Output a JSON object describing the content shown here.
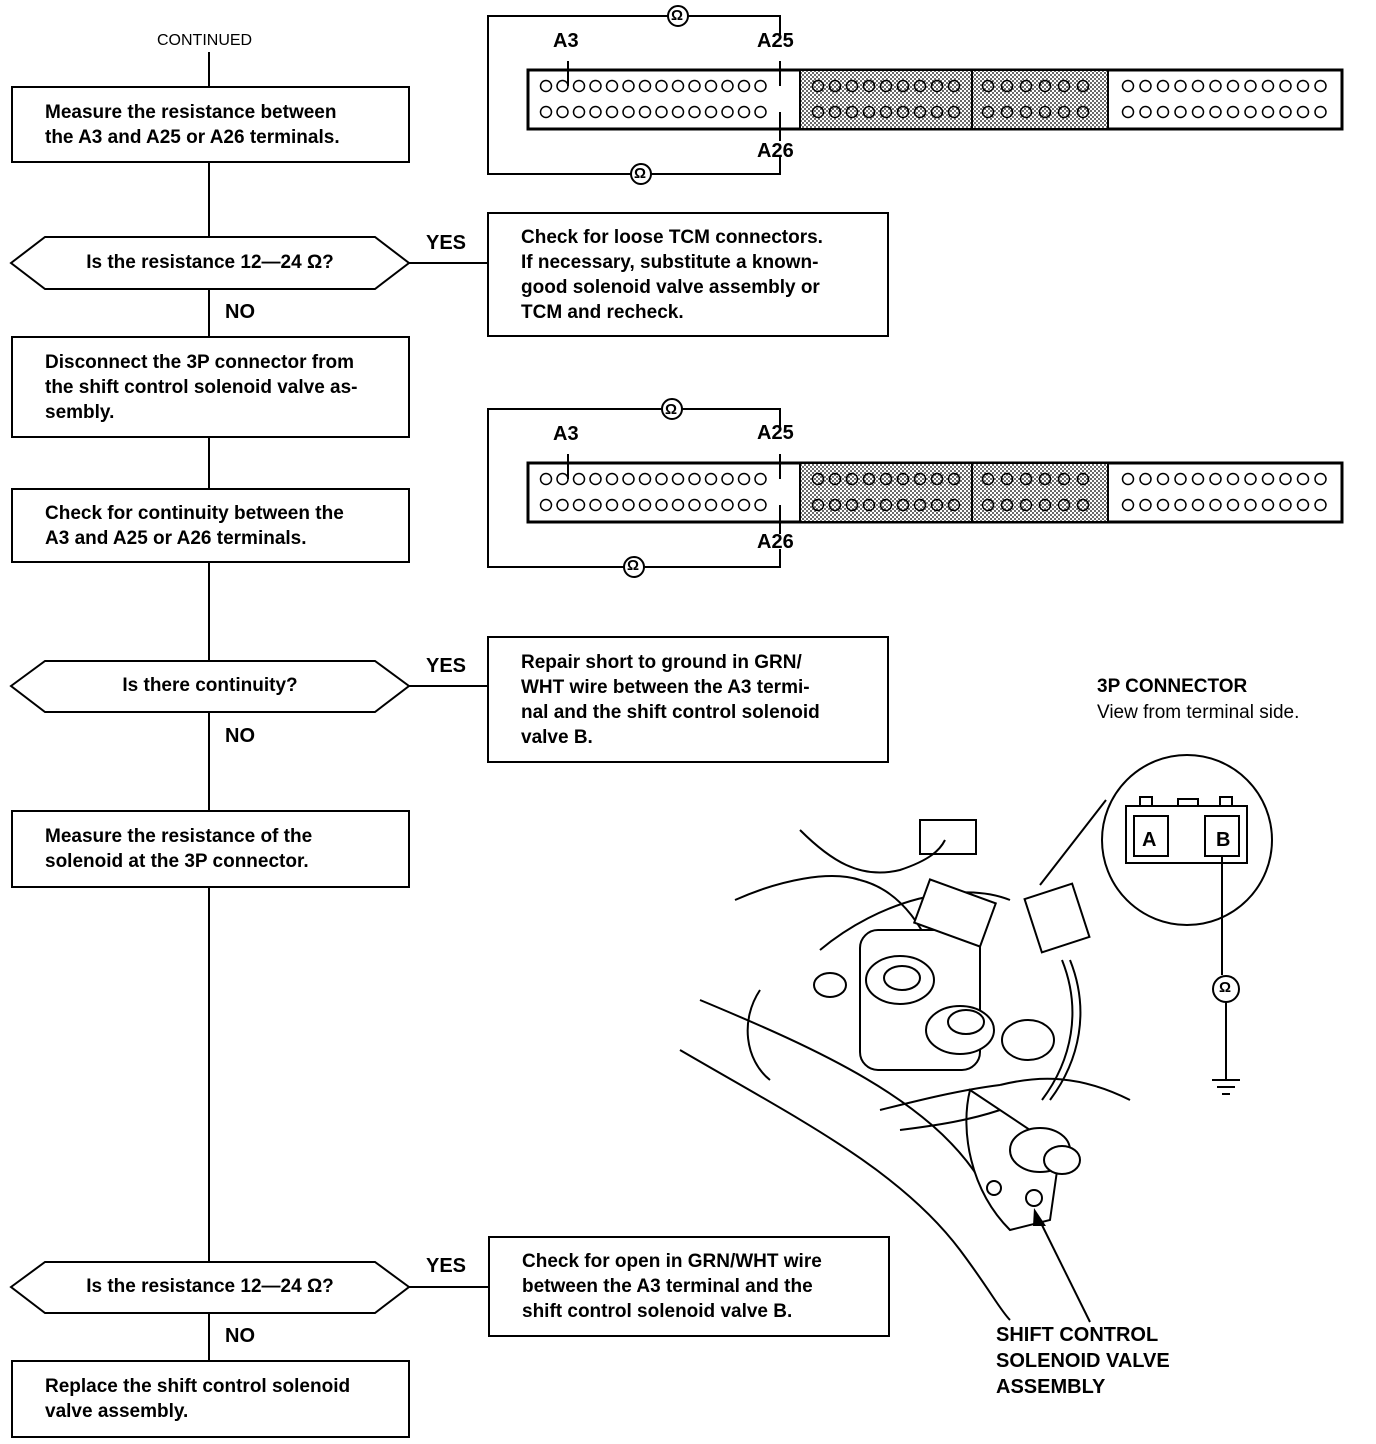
{
  "flow": {
    "continued": "CONTINUED",
    "step1": "Measure the resistance between\nthe A3 and A25 or A26 terminals.",
    "q1": "Is the resistance 12—24 Ω?",
    "yes1_label": "YES",
    "no1_label": "NO",
    "yes1_text": "Check for loose TCM connectors.\nIf necessary, substitute a known-\ngood solenoid valve assembly or\nTCM and recheck.",
    "step2": "Disconnect the 3P connector from\nthe shift control solenoid valve as-\nsembly.",
    "step3": "Check for continuity between the\nA3 and A25 or A26 terminals.",
    "q2": "Is there continuity?",
    "yes2_label": "YES",
    "no2_label": "NO",
    "yes2_text": "Repair short to ground in GRN/\nWHT wire between the A3 termi-\nnal and the shift control solenoid\nvalve B.",
    "step4": "Measure the resistance of the\nsolenoid at the 3P connector.",
    "q3": "Is the resistance 12—24 Ω?",
    "yes3_label": "YES",
    "no3_label": "NO",
    "yes3_text": "Check for open in GRN/WHT wire\nbetween the A3 terminal and the\nshift control solenoid valve B.",
    "final": "Replace the shift control solenoid\nvalve assembly."
  },
  "tcm_top": {
    "a3": "A3",
    "a25": "A25",
    "a26": "A26",
    "ohm": "Ω"
  },
  "tcm_mid": {
    "a3": "A3",
    "a25": "A25",
    "a26": "A26",
    "ohm": "Ω"
  },
  "connector3p": {
    "title": "3P CONNECTOR",
    "subtitle": "View from terminal side.",
    "pin_a": "A",
    "pin_b": "B",
    "ohm": "Ω"
  },
  "solenoid_label": "SHIFT CONTROL\nSOLENOID VALVE\nASSEMBLY"
}
